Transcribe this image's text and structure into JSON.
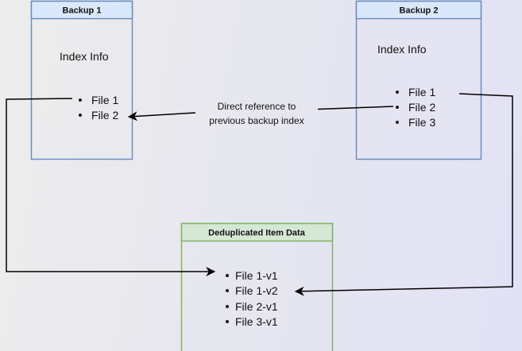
{
  "colors": {
    "backup_fill": "#dae8fc",
    "backup_stroke": "#6c8ebf",
    "dedup_fill": "#d5e8d4",
    "dedup_stroke": "#82b366",
    "edge": "#000000"
  },
  "backup1": {
    "title": "Backup 1",
    "subtitle": "Index Info",
    "items": [
      "File 1",
      "File 2"
    ]
  },
  "backup2": {
    "title": "Backup 2",
    "subtitle": "Index Info",
    "items": [
      "File 1",
      "File 2",
      "File 3"
    ]
  },
  "dedup": {
    "title": "Deduplicated Item Data",
    "items": [
      "File 1-v1",
      "File 1-v2",
      "File 2-v1",
      "File 3-v1"
    ]
  },
  "edge_label": {
    "line1": "Direct reference to",
    "line2": "previous backup index"
  }
}
